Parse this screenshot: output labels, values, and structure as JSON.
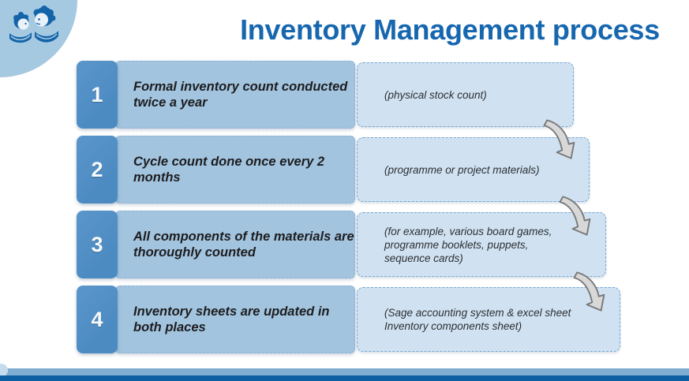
{
  "title": "Inventory Management process",
  "logo": "children-reading-logo",
  "steps": [
    {
      "number": "1",
      "text": "Formal inventory count conducted\ntwice a year",
      "detail": "(physical stock count)"
    },
    {
      "number": "2",
      "text": "Cycle count done once every 2 months",
      "detail": "(programme or project materials)"
    },
    {
      "number": "3",
      "text": "All components of the materials are\nthoroughly counted",
      "detail": "(for example, various board games,\nprogramme booklets, puppets,\nsequence cards)"
    },
    {
      "number": "4",
      "text": "Inventory sheets are updated in\nboth places",
      "detail": "(Sage accounting system & excel sheet\nInventory components sheet)"
    }
  ],
  "colors": {
    "title": "#1767AF",
    "number_box": "#4C8BC2",
    "main_box": "#A2C4DE",
    "detail_box": "#D0E2F1",
    "dashed_border": "#74A7D4",
    "corner_circle": "#A6C9E2",
    "footer_light": "#7FADD2",
    "footer_dark": "#0C5FA2",
    "arrow_fill": "#D8D8D8",
    "arrow_stroke": "#787878",
    "logo_blue": "#1364A8"
  }
}
